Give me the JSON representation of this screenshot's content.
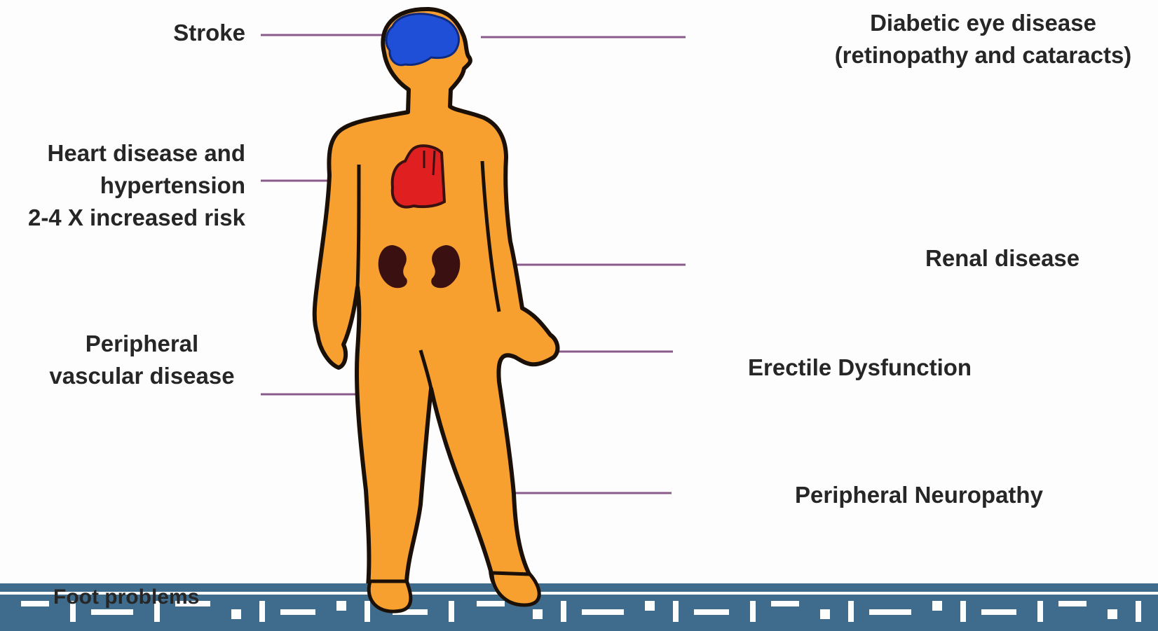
{
  "labels": {
    "stroke": "Stroke",
    "eye_line1": "Diabetic eye disease",
    "eye_line2": "(retinopathy and cataracts)",
    "heart_line1": "Heart disease and",
    "heart_line2": "hypertension",
    "heart_line3": "2-4 X increased risk",
    "renal": "Renal disease",
    "pvd_line1": "Peripheral",
    "pvd_line2": "vascular disease",
    "ed": "Erectile Dysfunction",
    "neuropathy": "Peripheral Neuropathy",
    "foot": "Foot problems"
  },
  "colors": {
    "body": "#f7a030",
    "outline": "#1a1008",
    "brain": "#1e4fd6",
    "heart": "#e02020",
    "kidney": "#3a1010",
    "leader": "#8a5a8a",
    "border": "#3f6b8c"
  }
}
